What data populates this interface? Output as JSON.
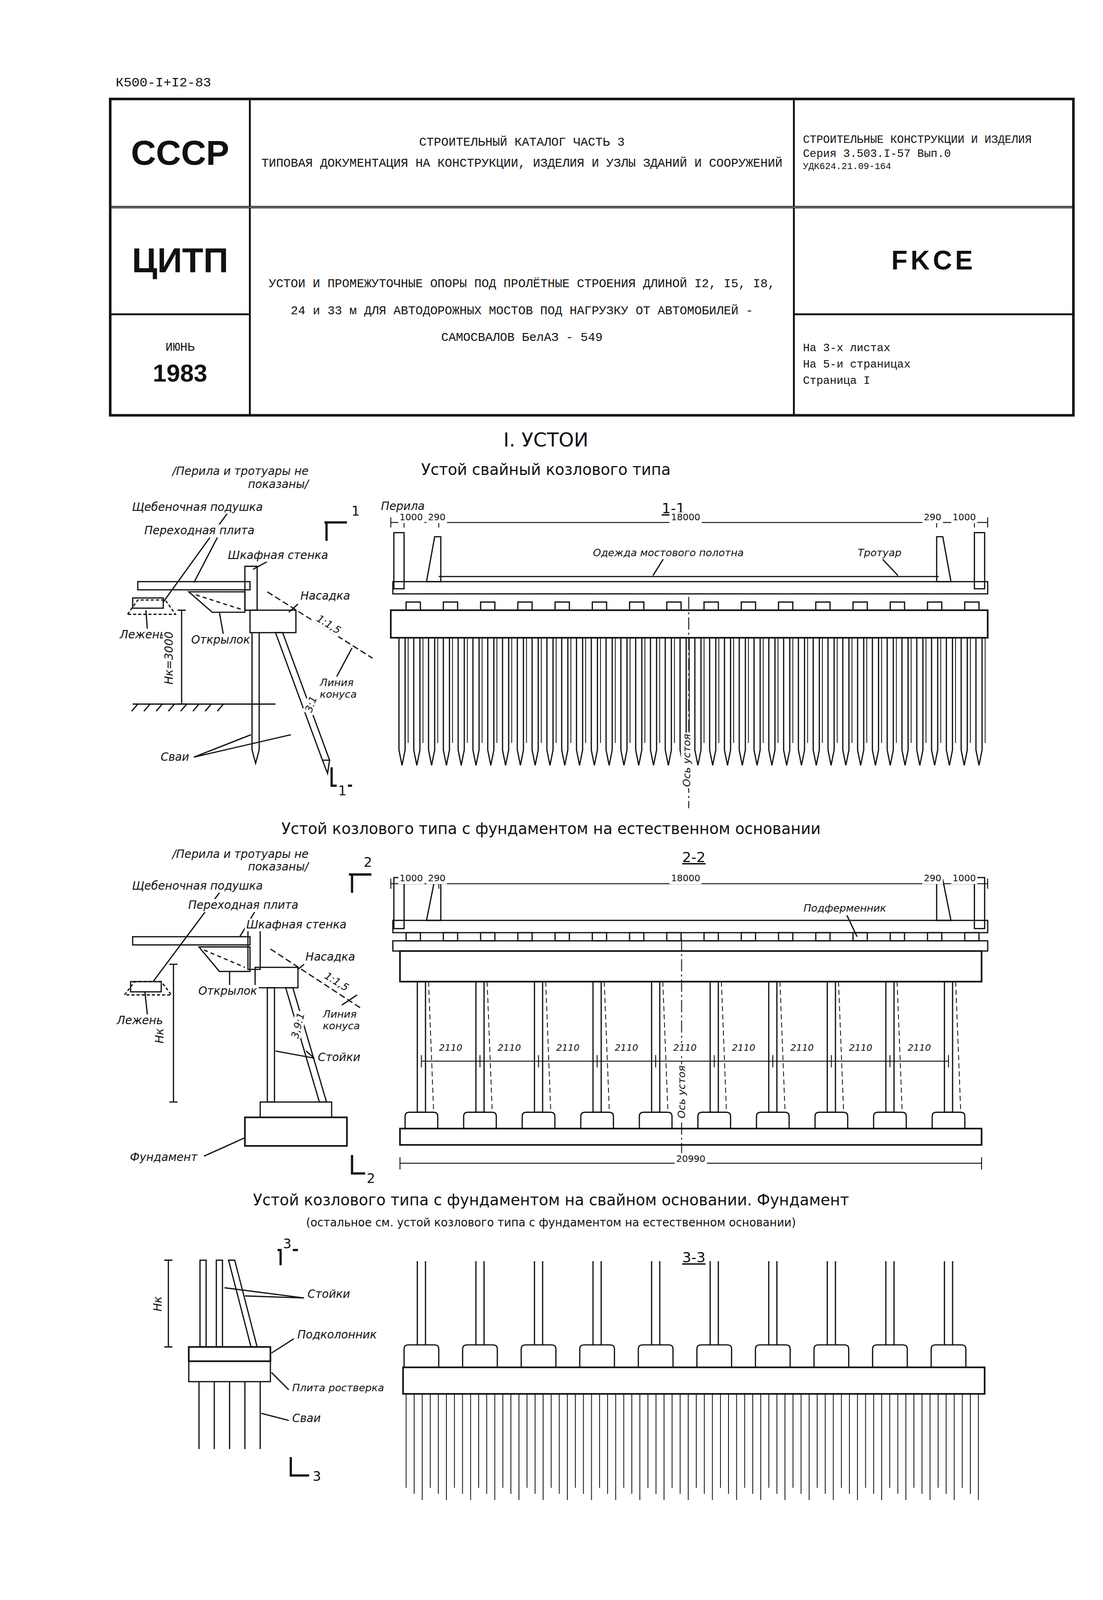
{
  "diagram": {
    "nodes": [
      {
        "text": [
          "СССР"
        ]
      },
      {
        "text": [
          "СТРОИТЕЛЬНЫЙ КАТАЛОГ ЧАСТЬ 3",
          "ТИПОВАЯ ДОКУМЕНТАЦИЯ НА КОНСТРУКЦИИ, ИЗДЕЛИЯ И УЗЛЫ ЗДАНИЙ И СООРУЖЕНИЙ"
        ]
      },
      {
        "text": [
          "СТРОИТЕЛЬНЫЕ КОНСТРУКЦИИ И ИЗДЕЛИЯ",
          "Серия 3.503.I-57 Вып.0",
          "УДК624.21.09-164"
        ]
      },
      {
        "text": [
          "ЦИТП"
        ]
      },
      {
        "text": [
          "УСТОИ И ПРОМЕЖУТОЧНЫЕ ОПОРЫ ПОД ПРОЛЁТНЫЕ СТРОЕНИЯ ДЛИНОЙ I2, I5, I8, 24 и 33 м ДЛЯ АВТОДОРОЖНЫХ МОСТОВ ПОД НАГРУЗКУ ОТ АВТОМОБИЛЕЙ - САМОСВАЛОВ БелАЗ - 549"
        ]
      },
      {
        "text": [
          "FKCE"
        ]
      },
      {
        "text": [
          "ИЮНЬ",
          "1983"
        ]
      },
      {
        "text": [
          "На 3-х листах",
          "На 5-и страницах",
          "Страница I"
        ]
      }
    ],
    "labels": [
      "К500-I+I2-83",
      "I. УСТОИ",
      "Устой свайный козлового типа",
      "/Перила и тротуары не показаны/",
      "Щебеночная подушка",
      "Переходная плита",
      "Шкафная стенка",
      "Насадка",
      "Лежень",
      "Открылок",
      "Нк=3000",
      "1:1,5",
      "3:1",
      "Линия конуса",
      "Сваи",
      "1",
      "1",
      "1-1",
      "Перила",
      "1000",
      "290",
      "18000",
      "290",
      "1000",
      "Одежда мостового полотна",
      "Тротуар",
      "Ось устоя",
      "Устой козлового типа с фундаментом на естественном основании",
      "/Перила и тротуары не показаны/",
      "2",
      "Щебеночная подушка",
      "Переходная плита",
      "Шкафная стенка",
      "Насадка",
      "Открылок",
      "Лежень",
      "1:1,5",
      "Линия конуса",
      "Нк",
      "3,9:1",
      "Стойки",
      "Фундамент",
      "2",
      "2-2",
      "1000",
      "290",
      "18000",
      "290",
      "1000",
      "Подферменник",
      "2110",
      "2110",
      "2110",
      "2110",
      "2110",
      "2110",
      "2110",
      "2110",
      "2110",
      "Ось устоя",
      "20990",
      "Устой козлового типа с фундаментом на свайном основании. Фундамент",
      "(остальное см. устой козлового типа с фундаментом на естественном основании)",
      "3",
      "3-3",
      "Нк",
      "Стойки",
      "Подколонник",
      "Плита ростверка",
      "Сваи",
      "3"
    ]
  }
}
